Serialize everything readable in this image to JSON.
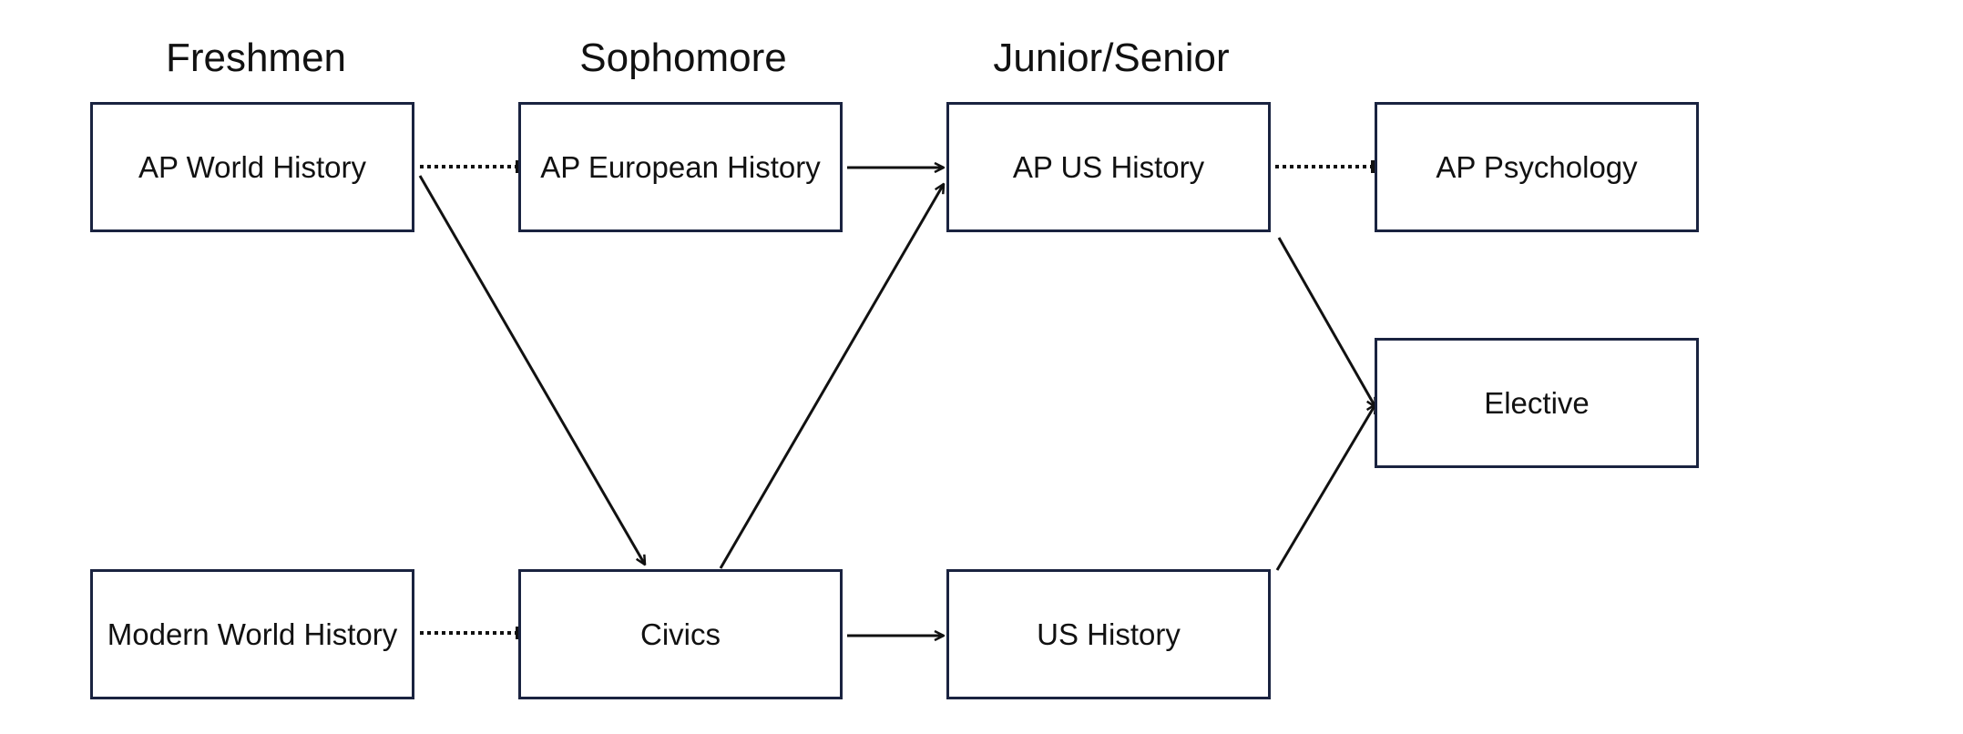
{
  "headings": {
    "freshmen": "Freshmen",
    "sophomore": "Sophomore",
    "junior_senior": "Junior/Senior"
  },
  "courses": {
    "ap_world_history": "AP World History",
    "ap_european_history": "AP European History",
    "ap_us_history": "AP US History",
    "ap_psychology": "AP Psychology",
    "elective": "Elective",
    "modern_world_history": "Modern World History",
    "civics": "Civics",
    "us_history": "US History"
  },
  "connections": [
    {
      "from": "AP World History",
      "to": "AP European History",
      "style": "dotted"
    },
    {
      "from": "AP World History",
      "to": "Civics",
      "style": "solid"
    },
    {
      "from": "AP European History",
      "to": "AP US History",
      "style": "solid"
    },
    {
      "from": "Civics",
      "to": "AP US History",
      "style": "solid"
    },
    {
      "from": "AP US History",
      "to": "AP Psychology",
      "style": "dotted"
    },
    {
      "from": "AP US History",
      "to": "Elective",
      "style": "solid"
    },
    {
      "from": "US History",
      "to": "Elective",
      "style": "solid"
    },
    {
      "from": "Modern World History",
      "to": "Civics",
      "style": "dotted"
    },
    {
      "from": "Civics",
      "to": "US History",
      "style": "solid"
    }
  ],
  "colors": {
    "box_border": "#1a2340",
    "line": "#111111",
    "background": "#ffffff"
  }
}
